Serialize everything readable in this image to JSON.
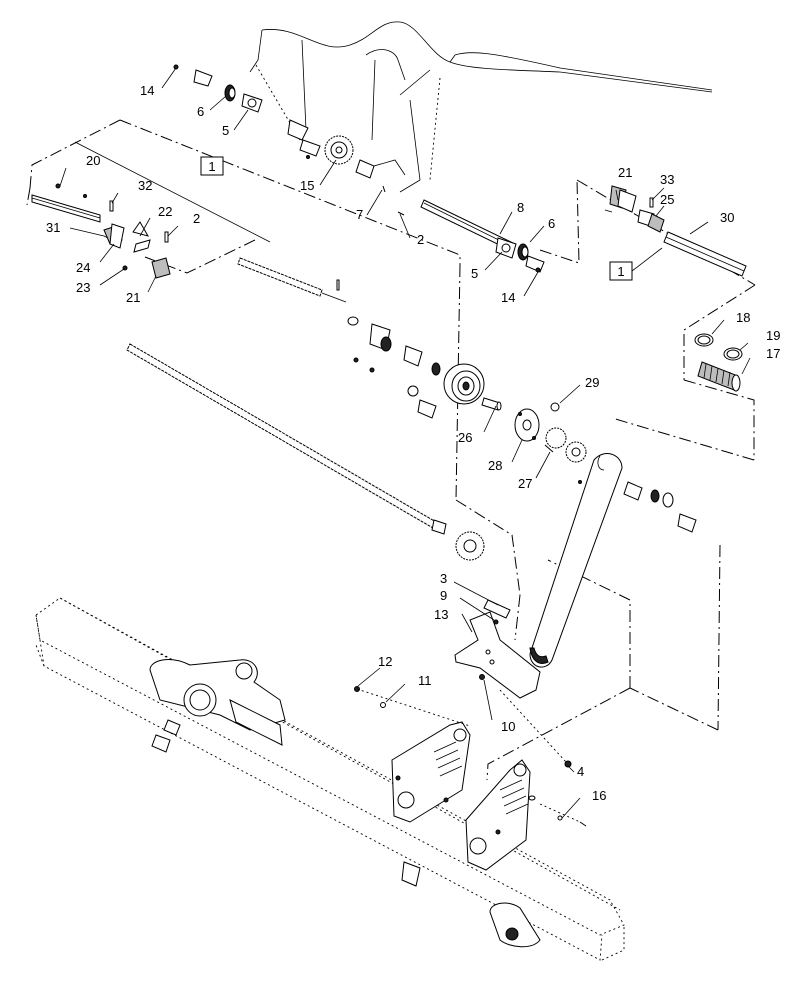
{
  "callouts": {
    "c14a": "14",
    "c6a": "6",
    "c5a": "5",
    "c15": "15",
    "c7": "7",
    "c2a": "2",
    "c8": "8",
    "c6b": "6",
    "c5b": "5",
    "c14b": "14",
    "c20": "20",
    "c32": "32",
    "c22": "22",
    "c2b": "2",
    "c31": "31",
    "c24": "24",
    "c23": "23",
    "c21a": "21",
    "c21b": "21",
    "c33": "33",
    "c25": "25",
    "c30": "30",
    "c18": "18",
    "c19": "19",
    "c17": "17",
    "c29": "29",
    "c26": "26",
    "c28": "28",
    "c27": "27",
    "c3": "3",
    "c9": "9",
    "c13": "13",
    "c12": "12",
    "c11": "11",
    "c10": "10",
    "c4": "4",
    "c16": "16"
  },
  "reference_boxes": {
    "ref_left": "1",
    "ref_right": "1"
  }
}
